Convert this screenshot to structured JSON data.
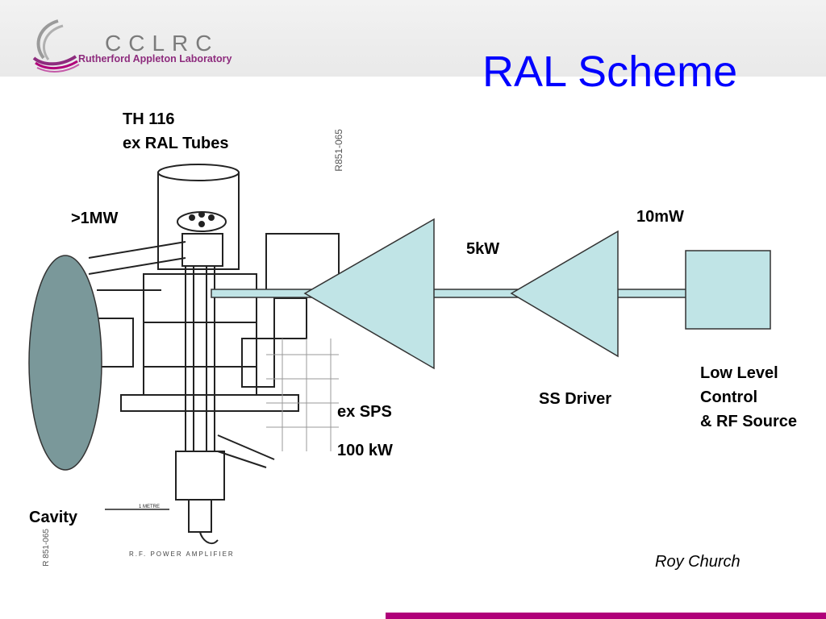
{
  "header": {
    "logo_name": "CCLRC",
    "logo_subtitle": "Rutherford Appleton Laboratory"
  },
  "slide": {
    "title": "RAL Scheme",
    "author": "Roy Church"
  },
  "labels": {
    "tube_line1": "TH 116",
    "tube_line2": "ex RAL Tubes",
    "power_1mw": ">1MW",
    "power_10mw": "10mW",
    "power_5kw": "5kW",
    "sps": "ex SPS",
    "sps_power": "100 kW",
    "ss_driver": "SS Driver",
    "llc_line1": "Low Level",
    "llc_line2": "Control",
    "llc_line3": "& RF Source",
    "cavity": "Cavity"
  },
  "drawing_text": {
    "ref_top": "R851-065",
    "ref_bottom": "R 851-065",
    "scale": "1 METRE",
    "caption": "R.F. POWER AMPLIFIER"
  },
  "colors": {
    "title": "#0000ff",
    "amplifier_fill": "#c0e4e6",
    "cavity_fill": "#7a989a",
    "accent_bar": "#b0007a",
    "logo_purple": "#8e2c7e"
  }
}
